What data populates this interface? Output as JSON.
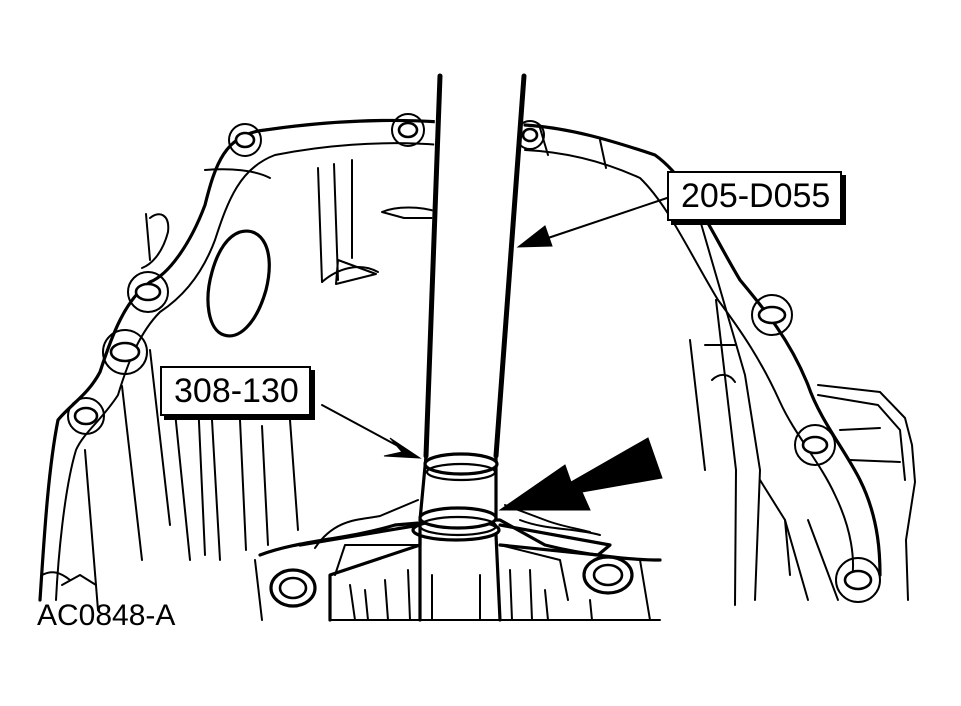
{
  "callouts": {
    "driver_tool": "205-D055",
    "bushing_tool": "308-130"
  },
  "figure_id": "AC0848-A"
}
